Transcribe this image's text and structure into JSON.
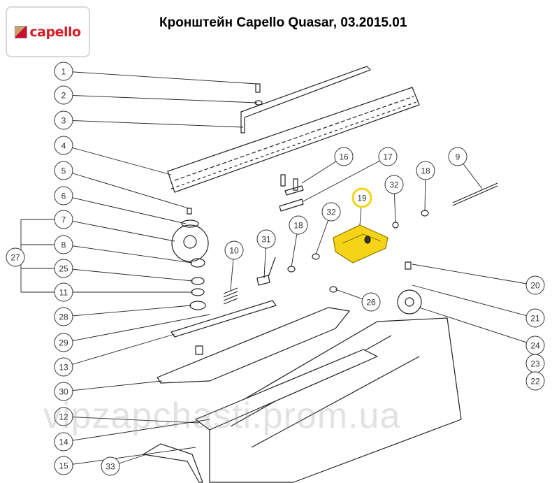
{
  "header": {
    "title": "Кронштейн Capello Quasar, 03.2015.01",
    "logo_text": "capello"
  },
  "watermark": "vipzapchasti.prom.ua",
  "colors": {
    "highlight": "#f5d417",
    "logo_red": "#d21f26",
    "line": "#222222"
  },
  "callouts": [
    "1",
    "2",
    "3",
    "4",
    "5",
    "6",
    "7",
    "8",
    "25",
    "11",
    "28",
    "29",
    "13",
    "30",
    "12",
    "14",
    "15",
    "27",
    "33",
    "10",
    "31",
    "18",
    "32",
    "19",
    "16",
    "17",
    "18",
    "32",
    "9",
    "20",
    "21",
    "24",
    "23",
    "22",
    "26"
  ],
  "highlighted_part": "19"
}
